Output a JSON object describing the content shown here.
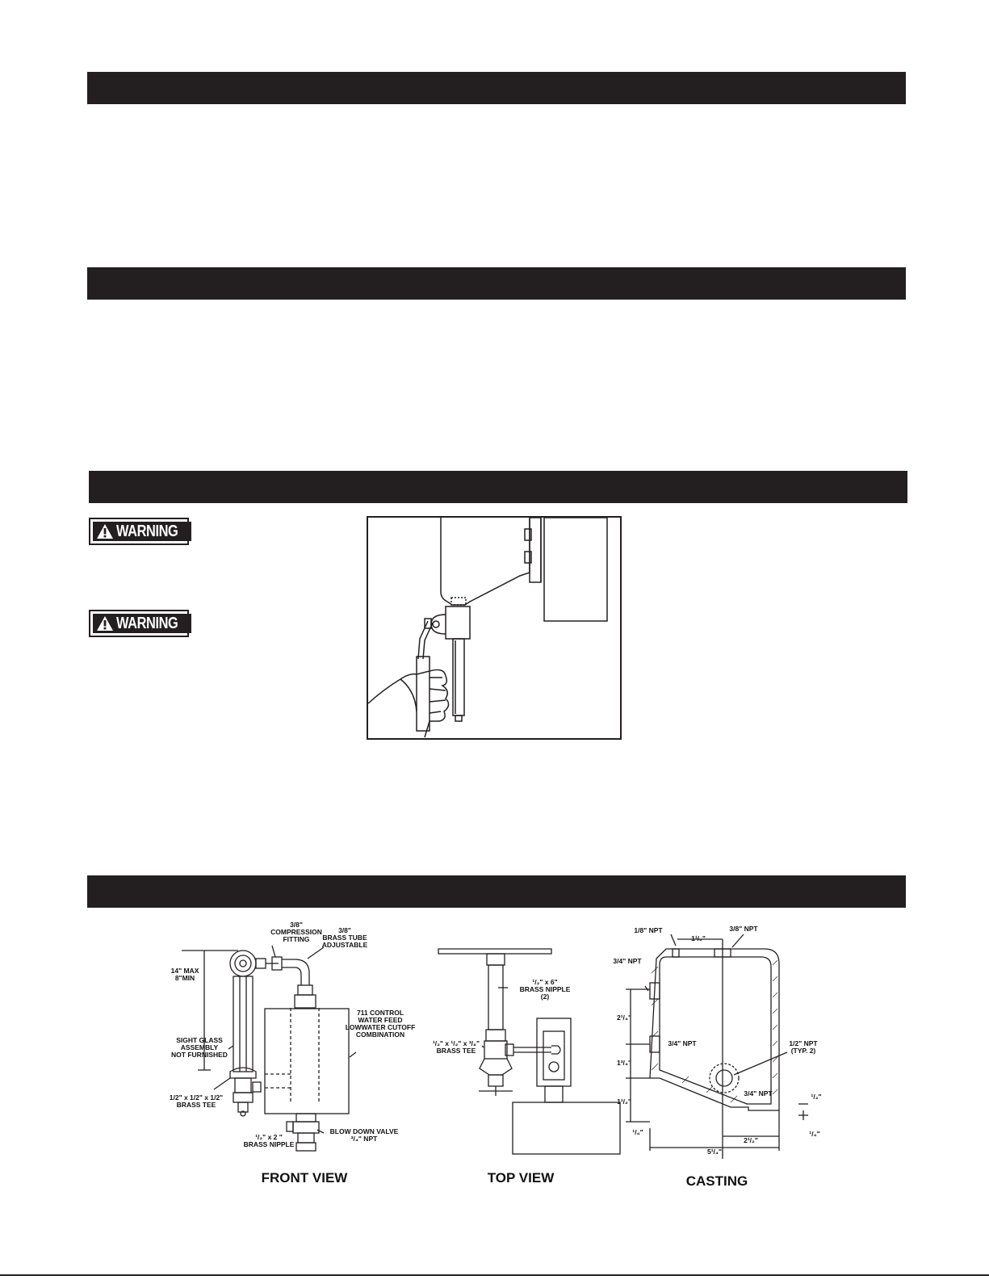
{
  "warnings": [
    "WARNING",
    "WARNING"
  ],
  "front_view": {
    "caption": "FRONT VIEW",
    "labels": {
      "comp_1": "3/8\"",
      "comp_2": "COMPRESSION",
      "comp_3": "FITTING",
      "tube_1": "3/8\"",
      "tube_2": "BRASS TUBE",
      "tube_3": "ADJUSTABLE",
      "max": "14\" MAX",
      "min": "8\"MIN",
      "ctl_1": "711 CONTROL",
      "ctl_2": "WATER FEED",
      "ctl_3": "LOWWATER CUTOFF",
      "ctl_4": "COMBINATION",
      "sg_1": "SIGHT GLASS",
      "sg_2": "ASSEMBLY",
      "sg_3": "NOT FURNISHED",
      "tee_1": "1/2\" x 1/2\" x 1/2\"",
      "tee_2": "BRASS TEE",
      "bd_1": "BLOW DOWN VALVE",
      "bd_2": "³/₄\" NPT",
      "nip_1": "¹/₂\" x 2 \"",
      "nip_2": "BRASS NIPPLE"
    }
  },
  "top_view": {
    "caption": "TOP VIEW",
    "labels": {
      "nip_1": "¹/₂\" x 6\"",
      "nip_2": "BRASS NIPPLE",
      "nip_3": "(2)",
      "tee_1": "¹/₂\" x ¹/₂\" x ³/₈\"",
      "tee_2": "BRASS TEE"
    }
  },
  "casting": {
    "caption": "CASTING",
    "labels": {
      "npt18": "1/8\" NPT",
      "npt38": "3/8\" NPT",
      "npt34a": "3/4\" NPT",
      "npt34b": "3/4\" NPT",
      "npt34c": "3/4\" NPT",
      "npt12": "1/2\" NPT",
      "typ2": "(TYP. 2)",
      "d_top": "1¹/₂\"",
      "d_a": "2¹/₄\"",
      "d_b": "1³/₄\"",
      "d_c": "1¹/₂\"",
      "d_half": "¹/₂\"",
      "d_qtr_l": "¹/₄\"",
      "d_qtr_r": "¹/₄\"",
      "d_width": "5¹/₄\"",
      "d_21_2": "2¹/₂\""
    }
  }
}
